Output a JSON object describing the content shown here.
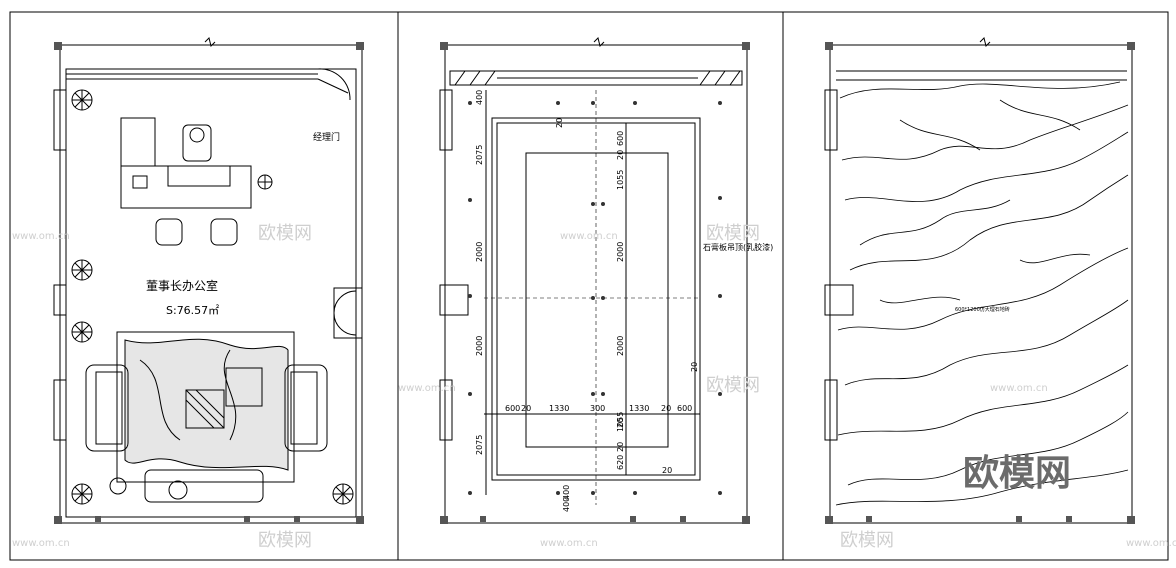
{
  "panel1": {
    "door_label": "经理门",
    "room_name": "董事长办公室",
    "room_area": "S:76.57㎡"
  },
  "panel2": {
    "side_note": "石膏板吊顶(乳胶漆)",
    "dims_vertical_left": [
      "400",
      "2075",
      "2000",
      "2000",
      "2075"
    ],
    "dims_vertical_inner": [
      "600",
      "1055",
      "2000",
      "2000",
      "1055",
      "620"
    ],
    "dims_small": [
      "20",
      "20",
      "20",
      "20",
      "20",
      "20"
    ],
    "dims_horizontal": [
      "600",
      "20",
      "1330",
      "300",
      "1330",
      "20",
      "600"
    ],
    "dims_bottom": [
      "400",
      "400"
    ]
  },
  "panel3": {
    "material_note": "600*1200仿大理石地砖"
  },
  "watermarks": {
    "brand_cn": "欧模网",
    "site": "www.om.cn",
    "brand_large": "欧模网"
  }
}
